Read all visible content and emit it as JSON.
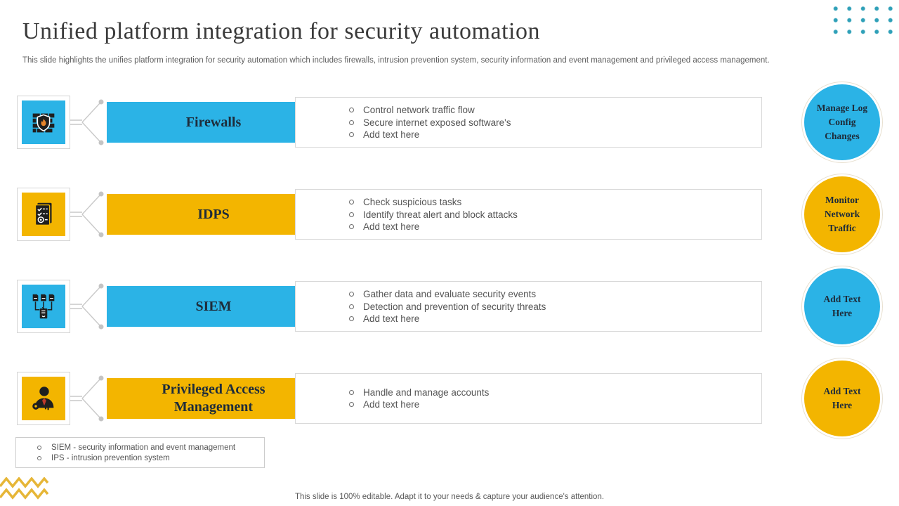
{
  "slide": {
    "title": "Unified platform integration for security automation",
    "subtitle": "This slide highlights the unifies platform integration for security automation which includes firewalls, intrusion prevention system, security information and event management and privileged access management.",
    "footer": "This slide is 100% editable. Adapt it to your needs & capture your audience's attention."
  },
  "colors": {
    "blue": "#2bb3e6",
    "yellow": "#f3b500",
    "dots_teal": "#2fa0b8",
    "zigzag_yellow": "#e6b637"
  },
  "rows": [
    {
      "label": "Firewalls",
      "accent": "blue",
      "icon": "firewall-icon",
      "bullets": [
        "Control network traffic flow",
        "Secure internet exposed software's",
        "Add text here"
      ],
      "circle_label": "Manage Log Config Changes"
    },
    {
      "label": "IDPS",
      "accent": "yellow",
      "icon": "checklist-document-icon",
      "bullets": [
        "Check suspicious tasks",
        "Identify threat alert and block attacks",
        "Add text here"
      ],
      "circle_label": "Monitor Network Traffic"
    },
    {
      "label": "SIEM",
      "accent": "blue",
      "icon": "data-aggregation-server-icon",
      "bullets": [
        "Gather data and evaluate security events",
        "Detection and prevention of security threats",
        "Add text here"
      ],
      "circle_label": "Add Text Here"
    },
    {
      "label": "Privileged Access Management",
      "accent": "yellow",
      "icon": "admin-user-key-icon",
      "bullets": [
        "Handle and manage accounts",
        "Add text here"
      ],
      "circle_label": "Add Text Here"
    }
  ],
  "legend": {
    "items": [
      "SIEM - security information and event management",
      "IPS -  intrusion prevention system"
    ]
  }
}
